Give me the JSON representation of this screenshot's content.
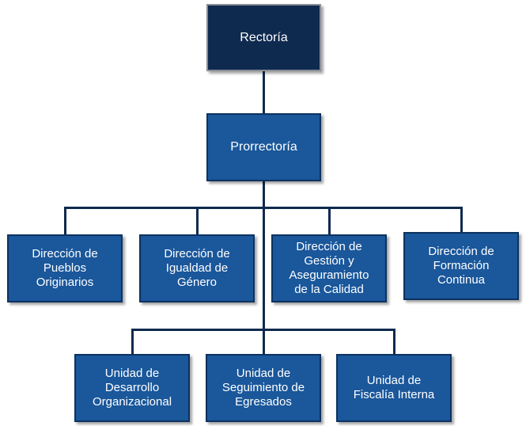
{
  "org_chart": {
    "root": {
      "label": "Rectoría"
    },
    "second": {
      "label": "Prorrectoría"
    },
    "directions": [
      {
        "label": "Dirección de\nPueblos\nOriginarios"
      },
      {
        "label": "Dirección de\nIgualdad de\nGénero"
      },
      {
        "label": "Dirección de\nGestión y\nAseguramiento\nde la Calidad"
      },
      {
        "label": "Dirección de\nFormación\nContinua"
      }
    ],
    "units": [
      {
        "label": "Unidad de\nDesarrollo\nOrganizacional"
      },
      {
        "label": "Unidad de\nSeguimiento de\nEgresados"
      },
      {
        "label": "Unidad de\nFiscalía Interna"
      }
    ]
  },
  "colors": {
    "root_fill": "#0f2a4f",
    "box_fill": "#1a579b",
    "connector": "#0f2a4f"
  }
}
